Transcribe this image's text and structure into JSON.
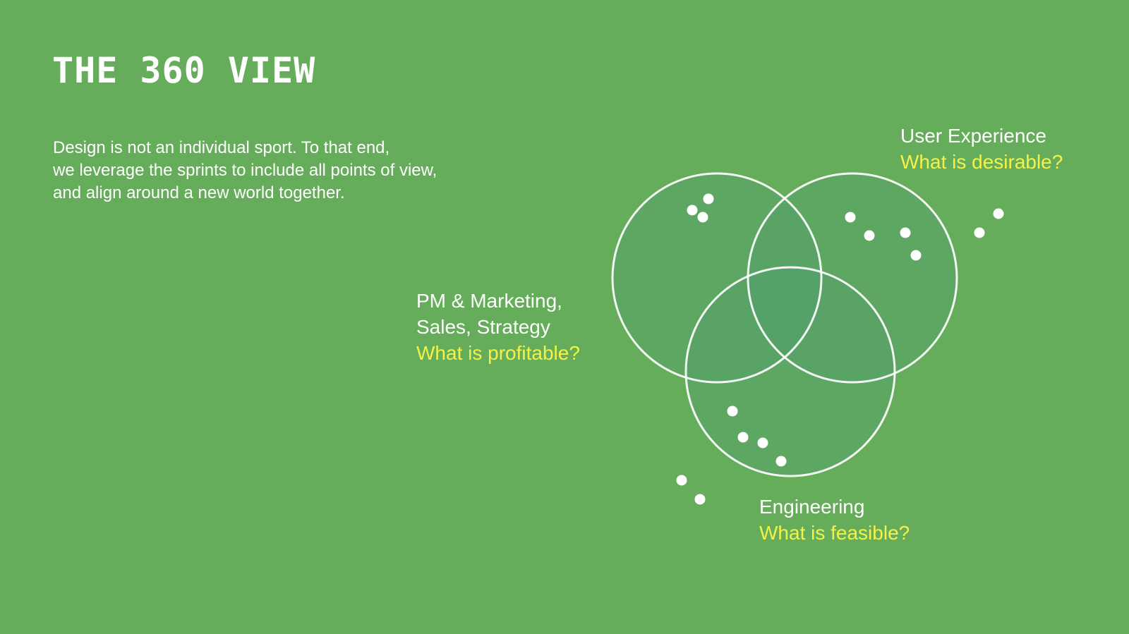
{
  "slide": {
    "title": "THE 360 VIEW",
    "intro_lines": [
      "Design is not an individual sport. To that end,",
      "we leverage the sprints to include all points of view,",
      "and align around a new world together."
    ]
  },
  "colors": {
    "background": "#66ad5b",
    "circle_fill": "#57a46c",
    "circle_stroke": "#ffffff",
    "question": "#f3f24a",
    "text": "#ffffff"
  },
  "venn": {
    "ux": {
      "name_lines": [
        "User Experience"
      ],
      "question": "What is desirable?"
    },
    "pm": {
      "name_lines": [
        "PM & Marketing,",
        "Sales, Strategy"
      ],
      "question": "What is profitable?"
    },
    "eng": {
      "name_lines": [
        "Engineering"
      ],
      "question": "What is feasible?"
    }
  }
}
